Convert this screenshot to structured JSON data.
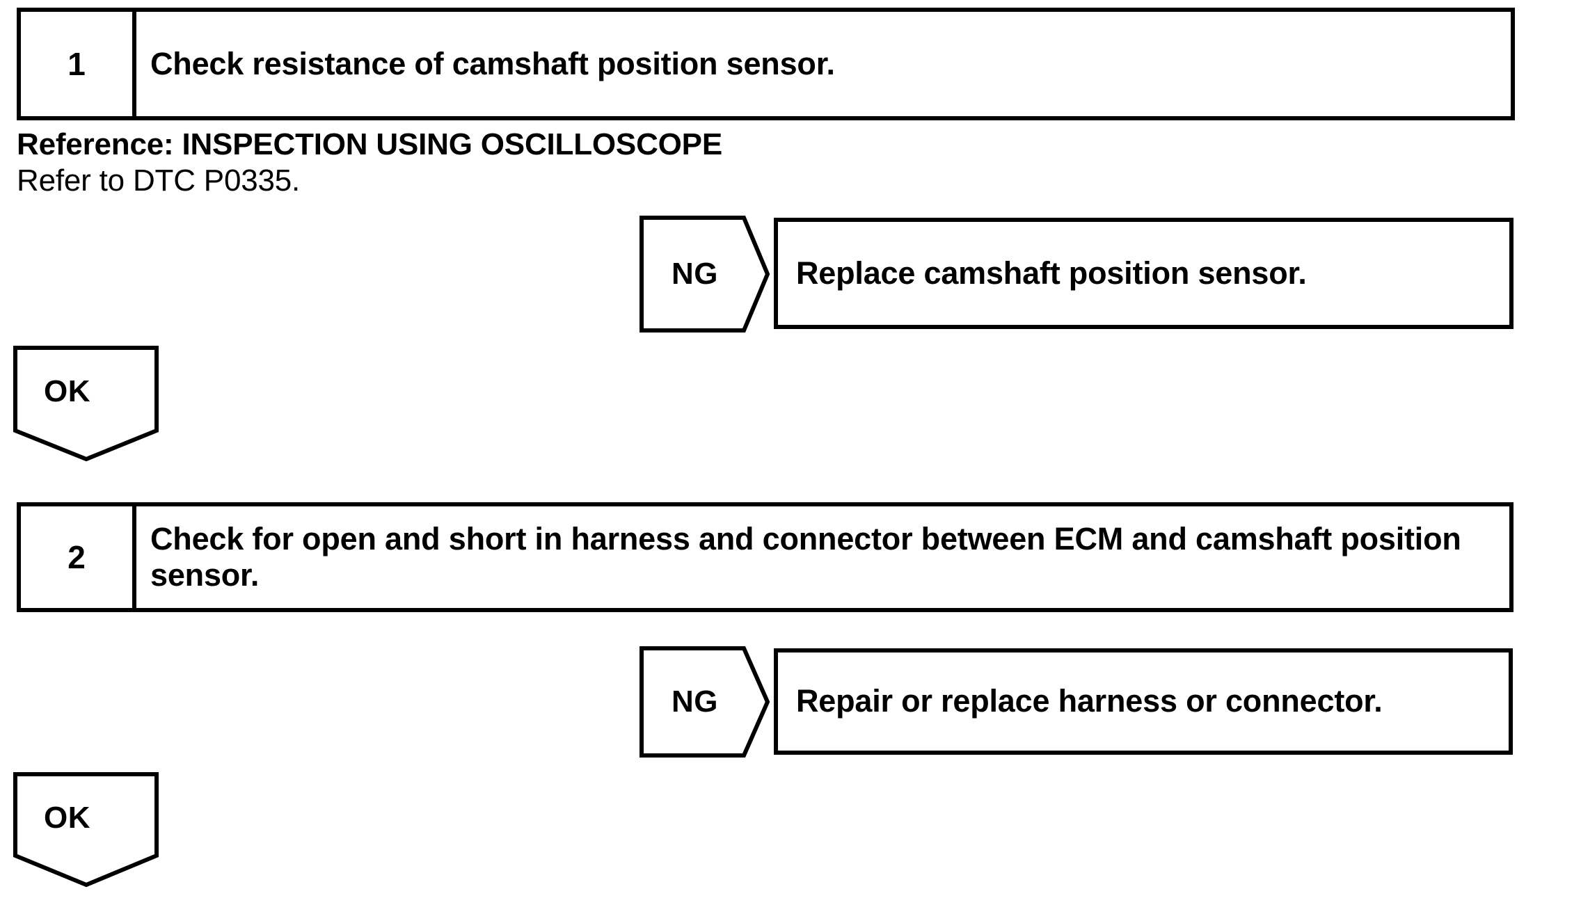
{
  "document": {
    "type": "diagnostic-flow-chart",
    "title": "Camshaft Position Sensor Diagnostic Flow Chart"
  },
  "steps": [
    {
      "number": "1",
      "text": "Check resistance of camshaft position sensor.",
      "branch_label": "NG",
      "branch_result": "Replace camshaft position sensor.",
      "pass_label": "OK"
    },
    {
      "number": "2",
      "text": "Check for open and short in harness and connector between ECM and camshaft position sensor.",
      "branch_label": "NG",
      "branch_result": "Repair or replace harness or connector.",
      "pass_label": "OK"
    }
  ],
  "notes": {
    "reference_heading": "Reference: INSPECTION USING OSCILLOSCOPE",
    "reference_body": "Refer to DTC P0335."
  },
  "colors": {
    "ink": "#000000",
    "paper": "#ffffff"
  }
}
